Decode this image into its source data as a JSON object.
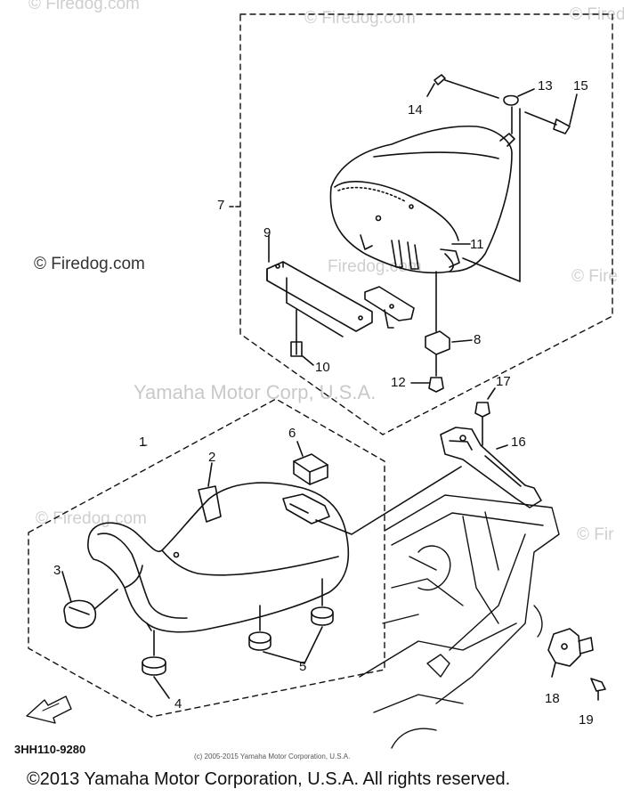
{
  "watermarks": {
    "top_left": "© Firedog.com",
    "top_center": "© Firedog.com",
    "top_right": "© Firedo",
    "mid_left": "© Firedog.com",
    "mid_center_faint": "Firedog.com",
    "mid_right": "© Fire",
    "center_brand": "Yamaha Motor Corp, U.S.A.",
    "lower_left": "© Firedog.com",
    "lower_right": "© Fir"
  },
  "callouts": [
    "1",
    "2",
    "3",
    "4",
    "5",
    "6",
    "7",
    "8",
    "9",
    "10",
    "11",
    "12",
    "13",
    "14",
    "15",
    "16",
    "17",
    "18",
    "19"
  ],
  "part_code": "3HH110-9280",
  "small_copyright": "(c) 2005-2015 Yamaha Motor Corporation, U.S.A.",
  "footer_copyright": "©2013 Yamaha Motor Corporation, U.S.A. All rights reserved.",
  "colors": {
    "ink": "#111111",
    "watermark": "#cccccc"
  }
}
